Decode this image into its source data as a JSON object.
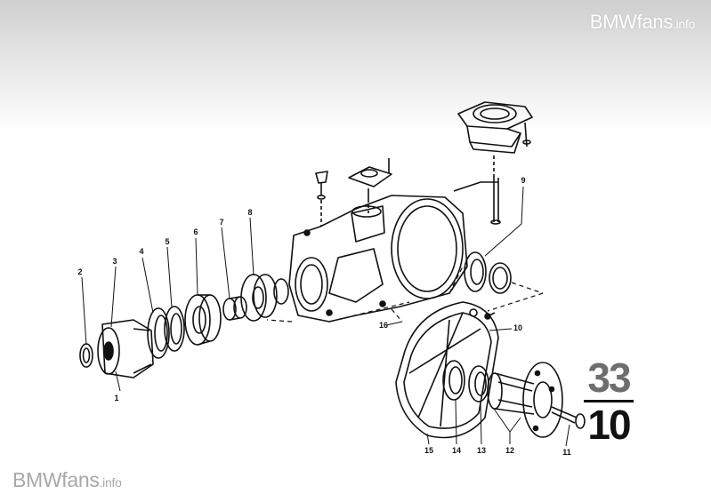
{
  "watermark": {
    "top": {
      "brand": "BMWfans",
      "suffix": ".info"
    },
    "bottom": {
      "brand": "BMWfans",
      "suffix": ".info"
    }
  },
  "group_number": {
    "main": "33",
    "sub": "10"
  },
  "callouts": [
    {
      "id": "1",
      "label": "1"
    },
    {
      "id": "2",
      "label": "2"
    },
    {
      "id": "3",
      "label": "3"
    },
    {
      "id": "4",
      "label": "4"
    },
    {
      "id": "5",
      "label": "5"
    },
    {
      "id": "6",
      "label": "6"
    },
    {
      "id": "7",
      "label": "7"
    },
    {
      "id": "8",
      "label": "8"
    },
    {
      "id": "9",
      "label": "9"
    },
    {
      "id": "10",
      "label": "10"
    },
    {
      "id": "11",
      "label": "11"
    },
    {
      "id": "12",
      "label": "12"
    },
    {
      "id": "13",
      "label": "13"
    },
    {
      "id": "14",
      "label": "14"
    },
    {
      "id": "15",
      "label": "15"
    },
    {
      "id": "16",
      "label": "16"
    }
  ]
}
